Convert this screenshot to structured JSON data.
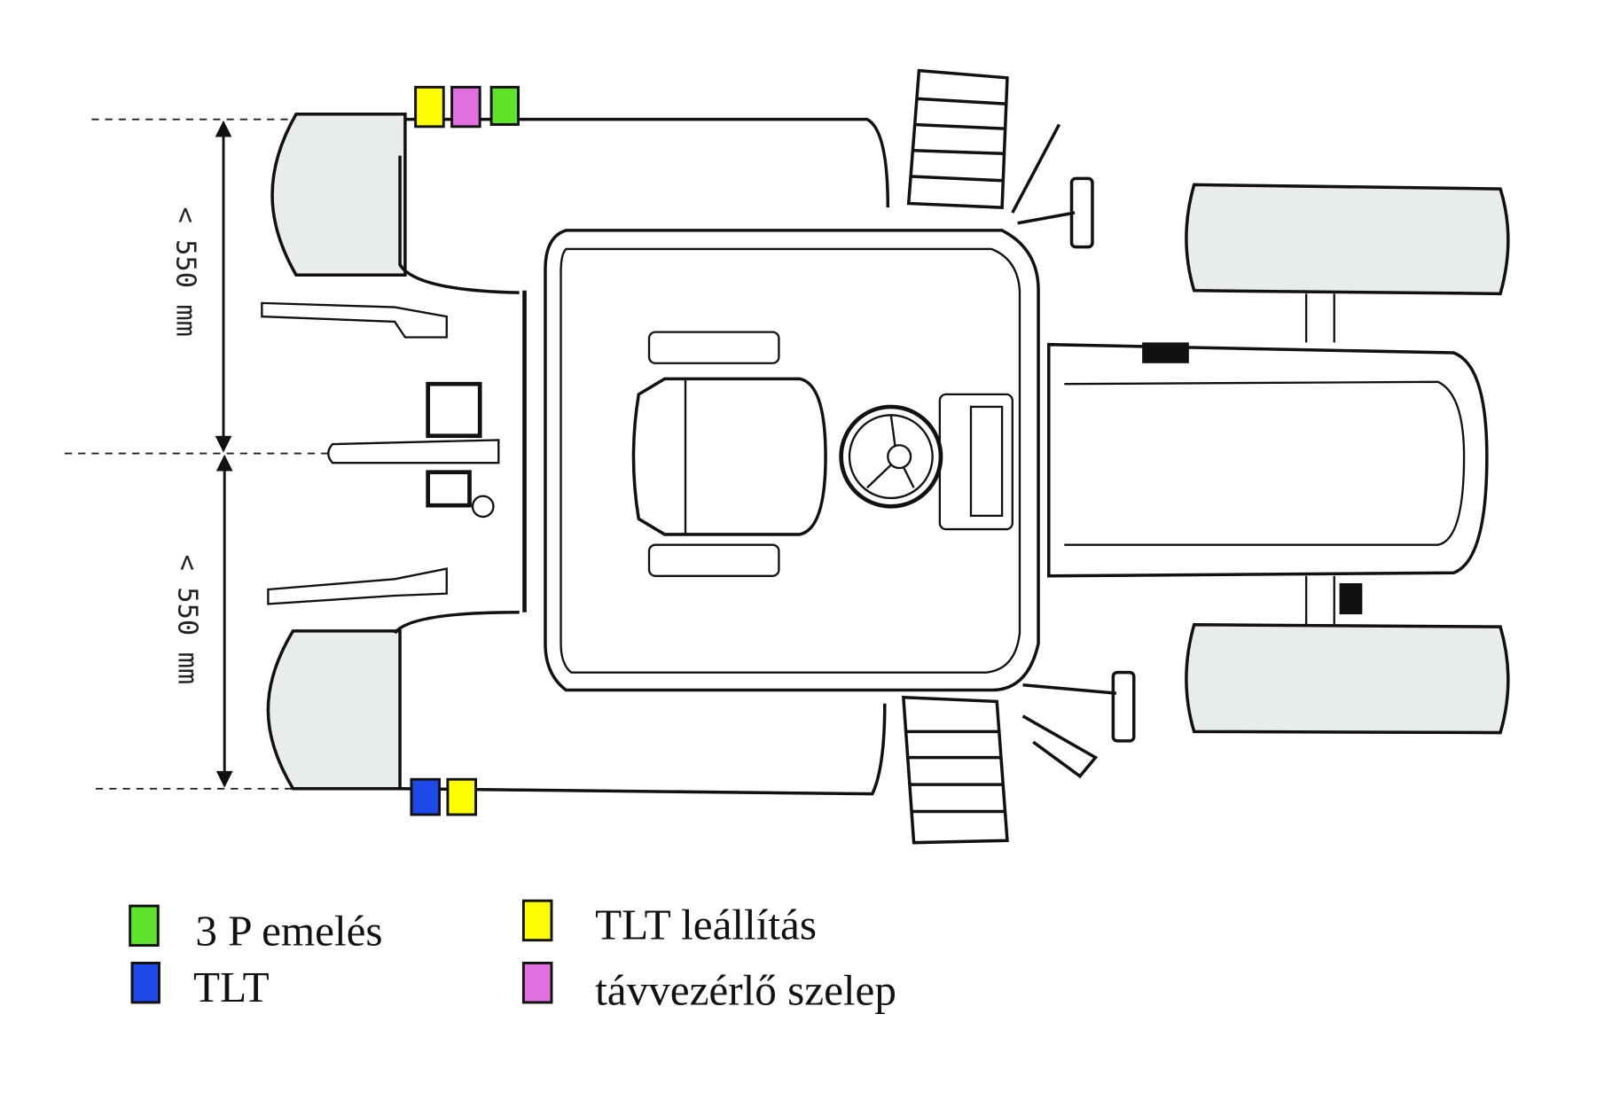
{
  "dimensions": {
    "upper_label": "< 550 mm",
    "lower_label": "< 550 mm"
  },
  "markers": {
    "top": [
      "tlt_stop",
      "remote_valve",
      "lift_3p"
    ],
    "bottom": [
      "tlt",
      "tlt_stop"
    ]
  },
  "legend": [
    {
      "key": "lift_3p",
      "label": "3 P emelés",
      "color": "#5ee22a"
    },
    {
      "key": "tlt",
      "label": "TLT",
      "color": "#1f48e8"
    },
    {
      "key": "tlt_stop",
      "label": "TLT leállítás",
      "color": "#ffff00"
    },
    {
      "key": "remote_valve",
      "label": "távvezérlő szelep",
      "color": "#e070e0"
    }
  ]
}
